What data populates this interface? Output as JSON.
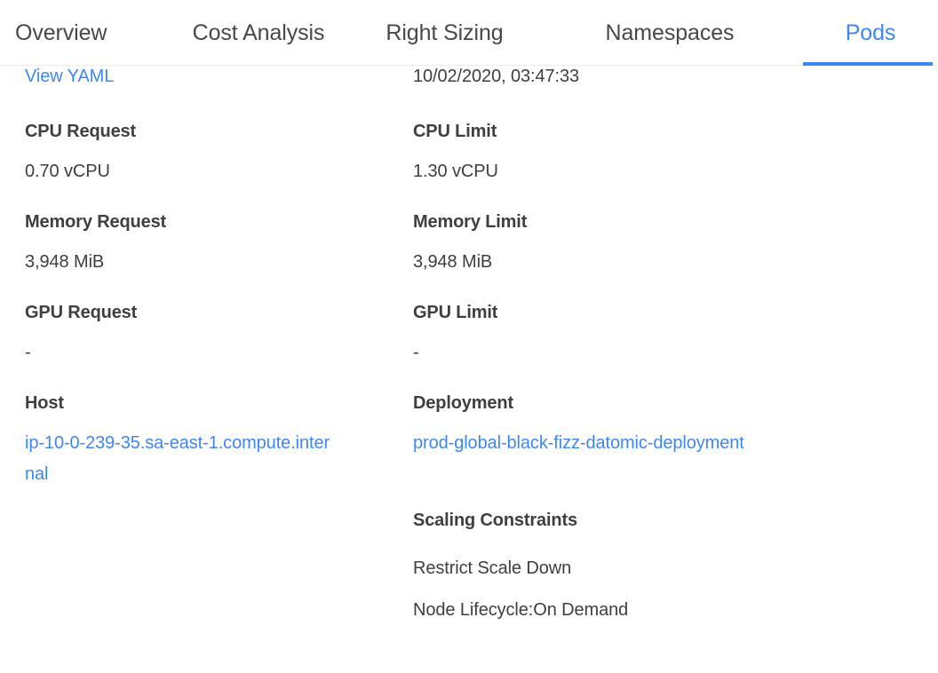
{
  "theme": {
    "accent": "#3d87f5",
    "text": "#3c4043",
    "tab_inactive": "#47484a",
    "divider": "#eceded",
    "background": "#ffffff"
  },
  "tabs": [
    {
      "label": "Overview",
      "active": false
    },
    {
      "label": "Cost Analysis",
      "active": false
    },
    {
      "label": "Right Sizing",
      "active": false
    },
    {
      "label": "Namespaces",
      "active": false
    },
    {
      "label": "Pods",
      "active": true
    }
  ],
  "left_column": {
    "view_yaml_link": "View YAML",
    "fields": [
      {
        "label": "CPU Request",
        "value": "0.70 vCPU"
      },
      {
        "label": "Memory Request",
        "value": "3,948 MiB"
      },
      {
        "label": "GPU Request",
        "value": "-"
      },
      {
        "label": "Host",
        "value": "ip-10-0-239-35.sa-east-1.compute.internal"
      }
    ]
  },
  "right_column": {
    "timestamp": "10/02/2020, 03:47:33",
    "fields": [
      {
        "label": "CPU Limit",
        "value": "1.30 vCPU"
      },
      {
        "label": "Memory Limit",
        "value": "3,948 MiB"
      },
      {
        "label": "GPU Limit",
        "value": "-"
      },
      {
        "label": "Deployment",
        "value": "prod-global-black-fizz-datomic-deployment"
      }
    ],
    "scaling_constraints": {
      "heading": "Scaling Constraints",
      "items": [
        "Restrict Scale Down",
        "Node Lifecycle:On Demand"
      ]
    }
  }
}
